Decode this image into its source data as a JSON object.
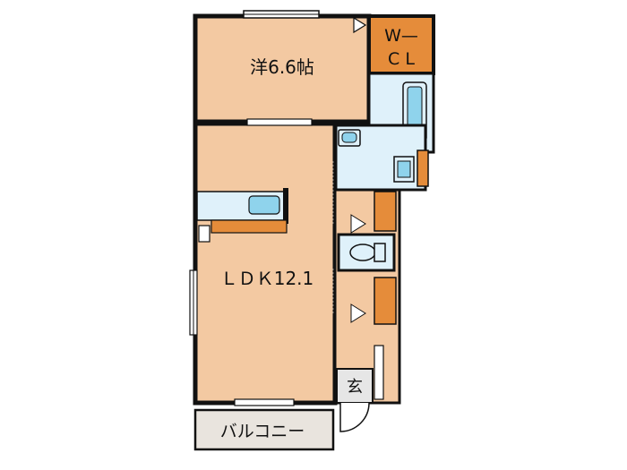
{
  "rooms": {
    "western_room": "洋6.6帖",
    "wcl": "W—\nC L",
    "ldk": "ＬＤＫ12.1",
    "entrance": "玄",
    "balcony": "バルコニー"
  },
  "colors": {
    "room_floor": "#F3C9A2",
    "storage": "#E58C3A",
    "wet_area": "#DFF1FA",
    "balcony": "#E9E4DE",
    "wall": "#111111",
    "fixture": "#8FD3EC"
  }
}
